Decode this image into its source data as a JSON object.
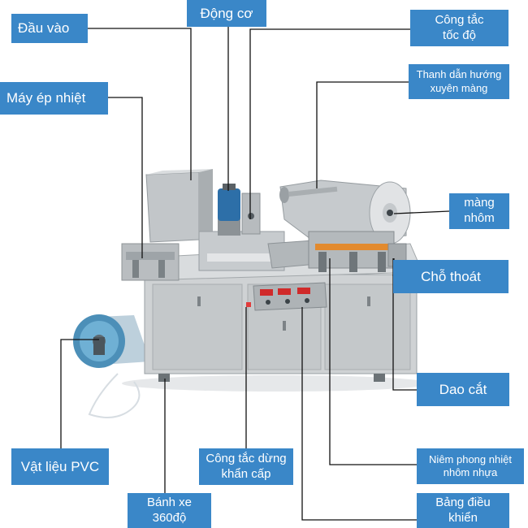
{
  "labels": {
    "inlet": "Đầu vào",
    "motor": "Động cơ",
    "speed_switch": "Công tắc\ntốc độ",
    "heat_press": "Máy ép nhiệt",
    "film_guide": "Thanh dẫn hướng\nxuyên màng",
    "aluminum_film": "màng\nnhôm",
    "outlet": "Chỗ thoát",
    "cutter": "Dao cắt",
    "pvc_material": "Vật liệu PVC",
    "emergency_stop": "Công tắc dừng\nkhẩn cấp",
    "caster_wheel": "Bánh xe\n360độ",
    "heat_seal": "Niêm phong nhiệt\nnhôm nhựa",
    "control_panel": "Bảng điều\nkhiển"
  },
  "colors": {
    "label_bg": "#3a87c8",
    "label_text": "#ffffff",
    "leader_line": "#111111",
    "machine_body": "#c9ccce",
    "control_panel_display": "#d02a2a"
  }
}
